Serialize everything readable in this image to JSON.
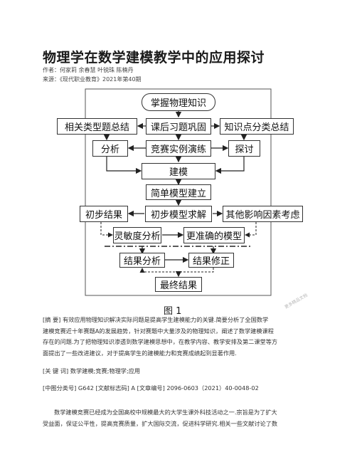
{
  "article": {
    "title": "物理学在数学建模教学中的应用探讨",
    "authors": "作者：何家莉 余春慧 叶锐珠 陈楠丹",
    "source": "来源：《现代职业教育》2021年第40期"
  },
  "figure": {
    "nodes": {
      "n1": "掌握物理知识",
      "n2": "相关类型题总结",
      "n3": "课后习题巩固",
      "n4": "知识点分类总结",
      "n5": "分析",
      "n6": "竞赛实例演练",
      "n7": "探讨",
      "n8": "建模",
      "n9": "简单模型建立",
      "n10": "初步结果",
      "n11": "初步模型求解",
      "n12": "其他影响因素考虑",
      "n13": "灵敏度分析",
      "n14": "更准确的模型",
      "n15": "结果分析",
      "n16": "结果修正",
      "n17": "最终结果"
    },
    "caption": "图 1",
    "watermark": "更多精品文档"
  },
  "abstract": {
    "lines": [
      "[摘 要] 有效应用物理知识解决实际问题是提高学生建模能力的关键.简要分析了全国数学",
      "建模竞赛近十年赛题A的发展趋势，针对赛题中大量涉及的物理知识，阐述了数学建模课程",
      "存在的问题.为了把物理知识渗透到数学建模思想中，在教学内容、教学安排及第二课堂等方",
      "面提出了一些改进建议，对于提高学生的建模能力和竞赛成绩起到显著作用."
    ]
  },
  "keywords": "[关 键 词] 数学建模;竞赛;物理学;应用",
  "classification": "[中图分类号] G642 [文献标志码] A [文章编号] 2096-0603（2021）40-0048-02",
  "body": {
    "lines": [
      "数学建模竞赛已经成为全国高校中规模最大的大学生课外科技活动之一.宗旨是为了扩大",
      "受益面，保证公平性，提高竞赛质量，扩大国际交流，促进科学研究.相关一些文献讨论了数"
    ]
  }
}
